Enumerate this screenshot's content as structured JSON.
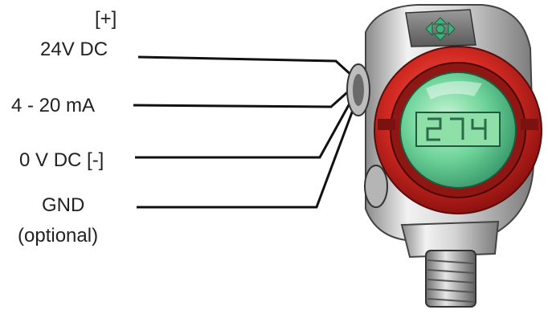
{
  "terminals": {
    "plus": "[+]",
    "supply": "24V DC",
    "signal": "4 - 20 mA",
    "zero": "0 V DC [-]",
    "ground": "GND",
    "ground_note": "(optional)"
  },
  "colors": {
    "wire": "#111111",
    "bezel": "#c0201e",
    "display": "#5fcf8e",
    "housing": "#cfcfcf",
    "keypad": "#3fb27a"
  },
  "icons": [
    "pressure-transmitter-icon",
    "keypad-arrows-icon"
  ]
}
